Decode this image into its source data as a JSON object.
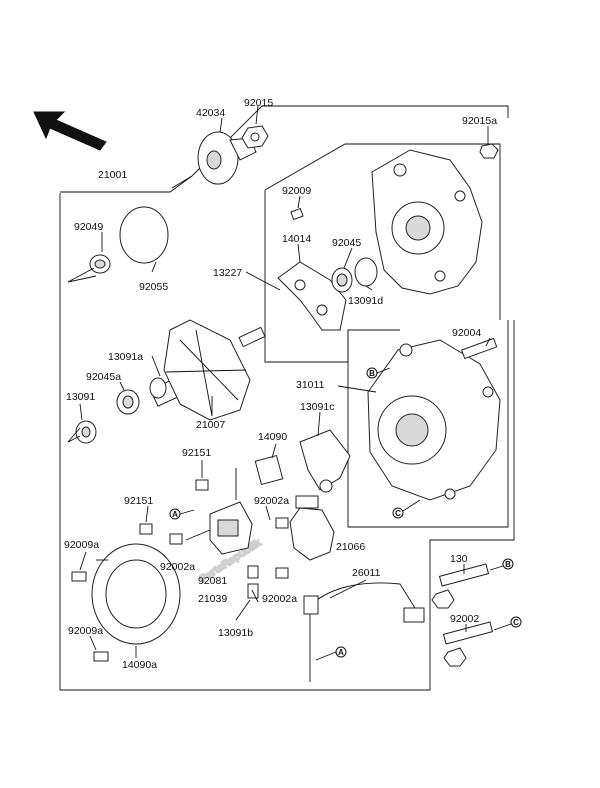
{
  "watermark": "PartsRepublik",
  "part_labels": {
    "p42034": "42034",
    "p92015": "92015",
    "p92015a": "92015a",
    "p21001": "21001",
    "p92009": "92009",
    "p92049": "92049",
    "p14014": "14014",
    "p92045": "92045",
    "p13227": "13227",
    "p92055": "92055",
    "p13091d": "13091d",
    "p92004": "92004",
    "p13091a": "13091a",
    "p92045a": "92045a",
    "p31011": "31011",
    "p13091": "13091",
    "p13091c": "13091c",
    "p21007": "21007",
    "p14090": "14090",
    "p92151_1": "92151",
    "p92151_2": "92151",
    "p92002a_1": "92002a",
    "p92002a_2": "92002a",
    "p92002a_3": "92002a",
    "p92009a_1": "92009a",
    "p92009a_2": "92009a",
    "p21066": "21066",
    "p130": "130",
    "p26011": "26011",
    "p92081": "92081",
    "p21039": "21039",
    "p13091b": "13091b",
    "p92002": "92002",
    "p14090a": "14090a"
  },
  "reference_markers": {
    "A": "A",
    "B": "B",
    "C": "C"
  },
  "icons": {
    "direction_arrow": "front-direction-arrow-icon"
  }
}
